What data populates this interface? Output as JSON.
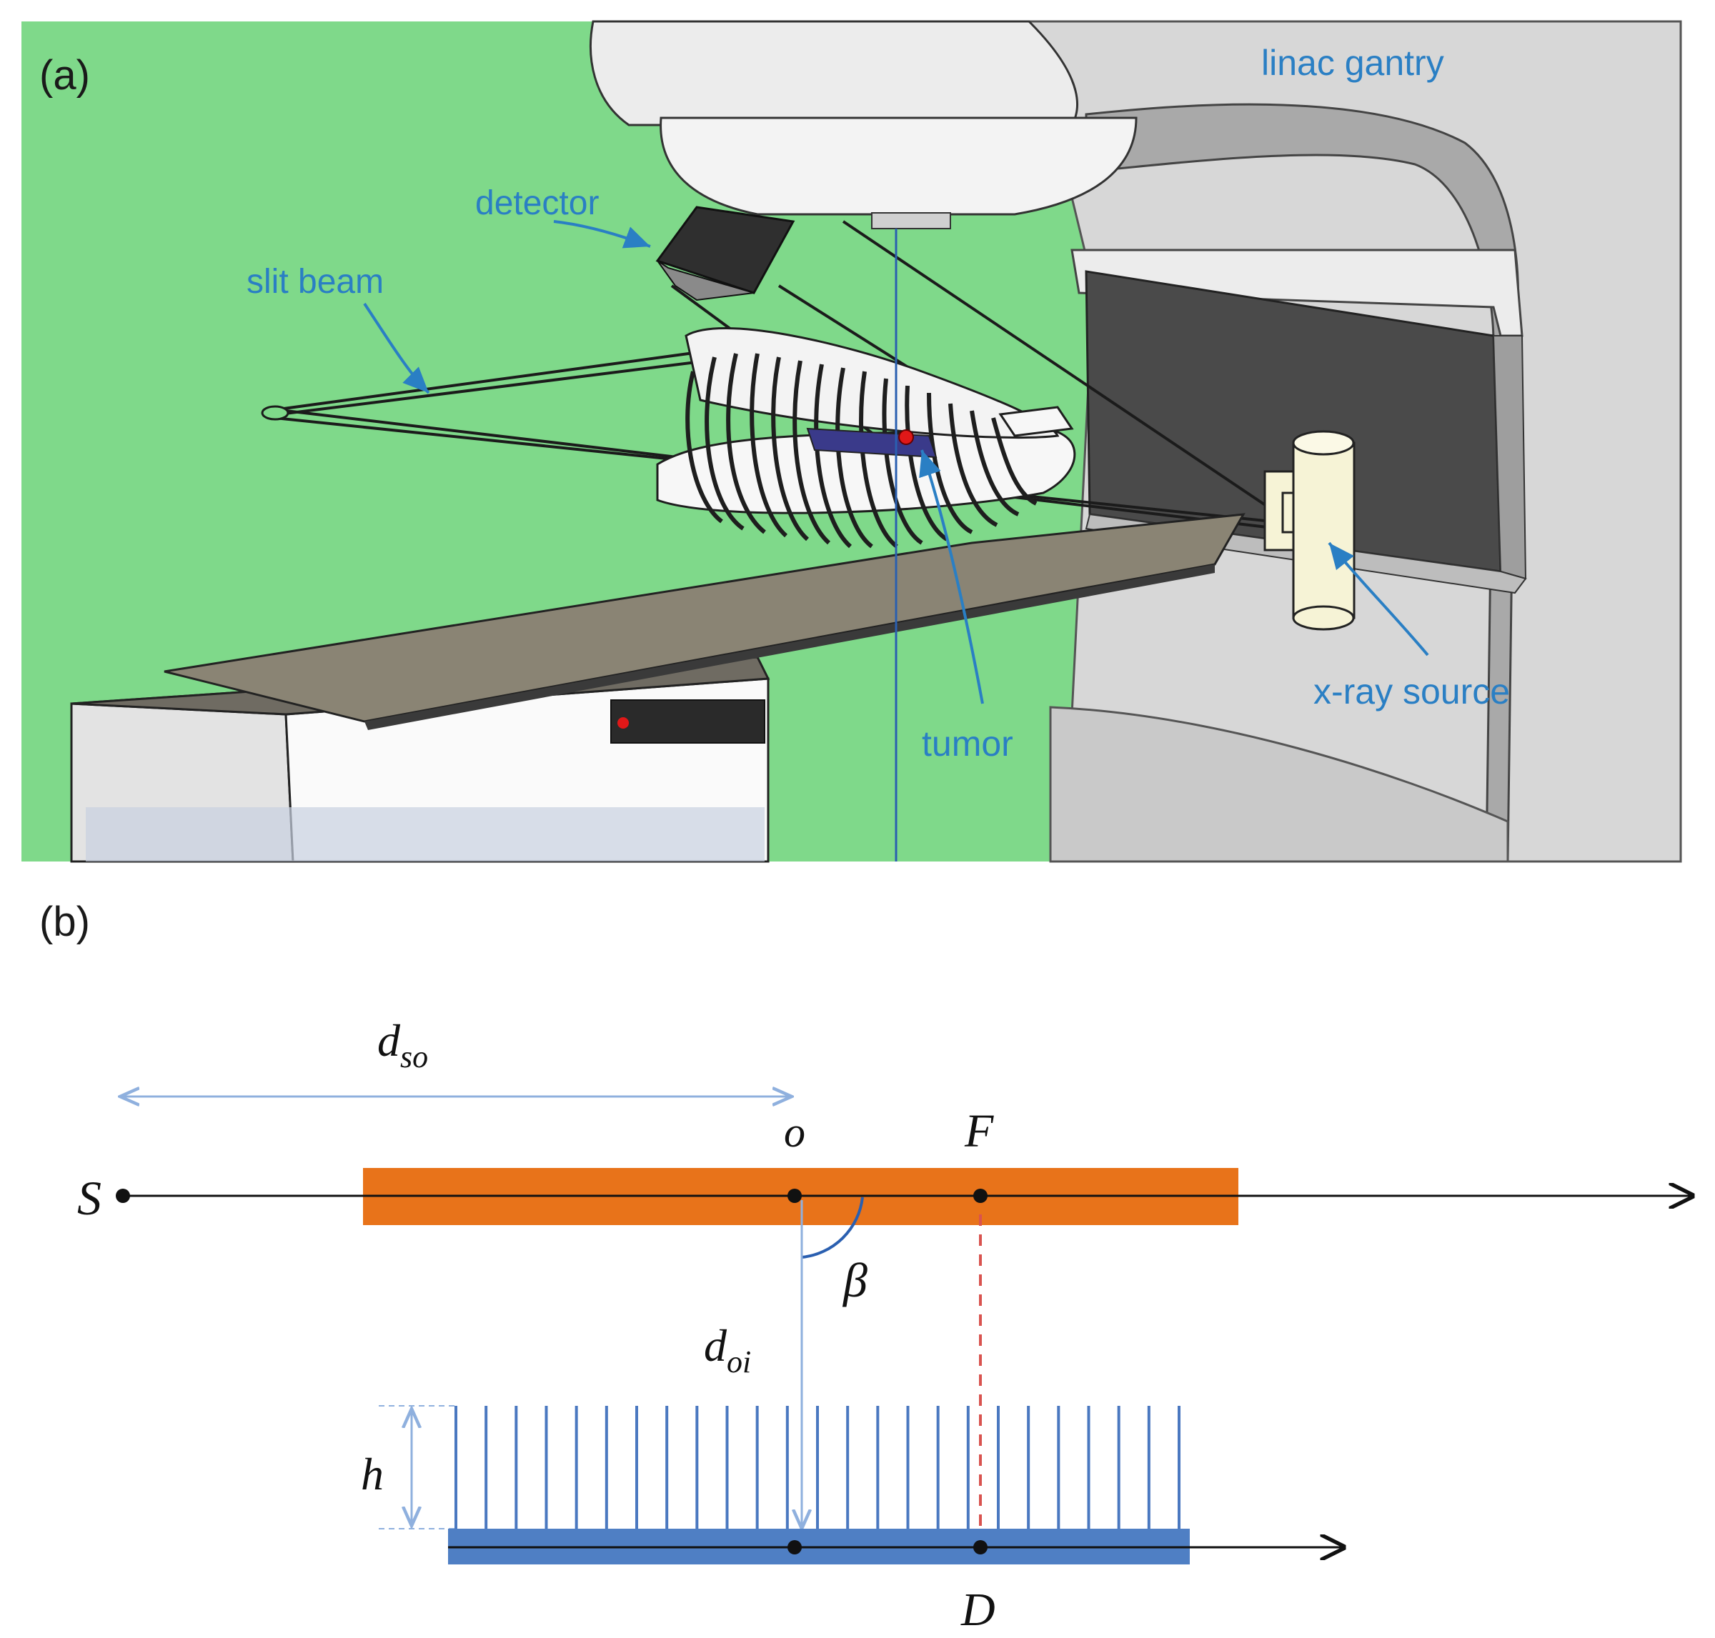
{
  "panel_a": {
    "label": "(a)",
    "callouts": {
      "linac_gantry": "linac gantry",
      "detector": "detector",
      "slit_beam": "slit beam",
      "tumor": "tumor",
      "xray_source": "x-ray source"
    },
    "colors": {
      "background": "#7fd98a",
      "callout_text": "#2a7fc4",
      "gantry": "#d9d9d9",
      "couch_top": "#8a8474",
      "tumor": "#e01818"
    }
  },
  "panel_b": {
    "label": "(b)",
    "symbols": {
      "source": "S",
      "origin": "o",
      "focus": "F",
      "detector_point": "D",
      "angle": "β",
      "height": "h",
      "d_so_base": "d",
      "d_so_sub": "so",
      "d_oi_base": "d",
      "d_oi_sub": "oi"
    },
    "detector_pixel_count": 25,
    "colors": {
      "object_bar": "#e8731a",
      "detector_bar": "#4f7fc4",
      "detector_pixels": "#4a78c0",
      "dimension_lines": "#8fb0de",
      "projection_dashed": "#d9534f",
      "axis": "#111111"
    }
  }
}
